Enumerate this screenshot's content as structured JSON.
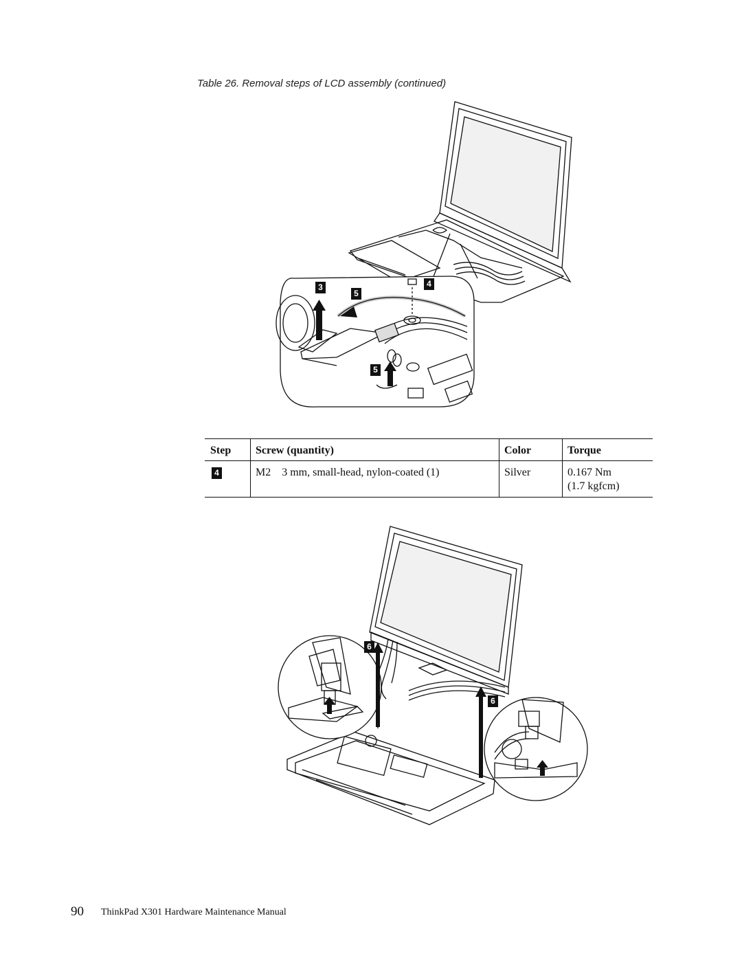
{
  "caption": "Table 26. Removal steps of LCD assembly  (continued)",
  "figure_top": {
    "callouts": [
      "3",
      "5",
      "4",
      "5"
    ]
  },
  "table": {
    "headers": [
      "Step",
      "Screw (quantity)",
      "Color",
      "Torque"
    ],
    "row": {
      "step": "4",
      "screw": "M2    3 mm, small-head, nylon-coated (1)",
      "color": "Silver",
      "torque_line1": "0.167 Nm",
      "torque_line2": "(1.7 kgfcm)"
    }
  },
  "figure_bottom": {
    "callouts": [
      "6",
      "6"
    ]
  },
  "footer": {
    "page_number": "90",
    "title": "ThinkPad X301 Hardware Maintenance Manual"
  }
}
